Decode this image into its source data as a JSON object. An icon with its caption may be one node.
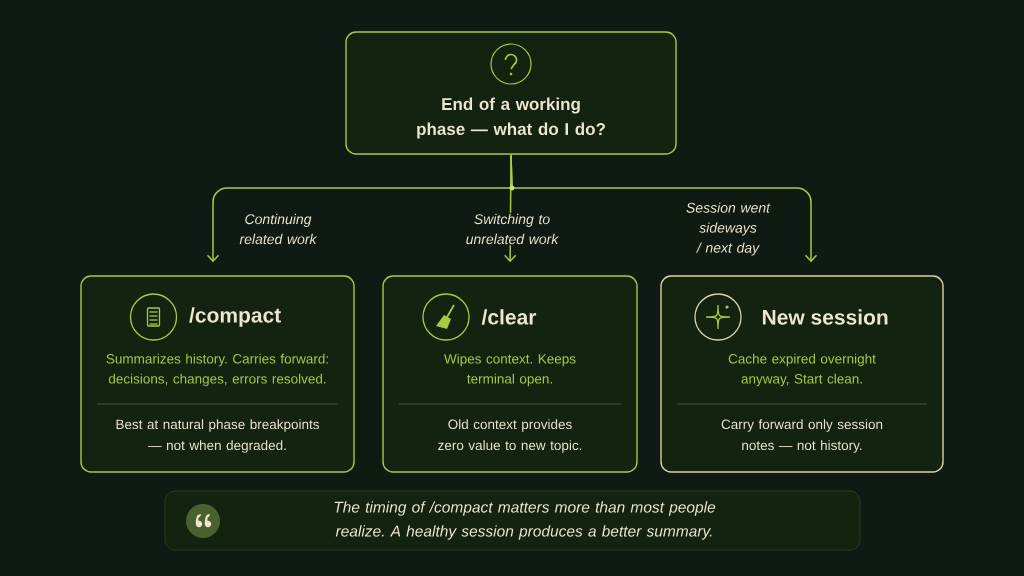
{
  "diagram": {
    "nodes": [
      {
        "text": [
          "End of a working phase — what do I do?"
        ]
      },
      {
        "text": [
          "/compact",
          "Summarizes history. Carries forward: decisions, changes, errors resolved.",
          "Best at natural phase breakpoints — not when degraded."
        ]
      },
      {
        "text": [
          "/clear",
          "Wipes context. Keeps terminal open.",
          "Old context provides zero value to new topic."
        ]
      },
      {
        "text": [
          "New session",
          "Cache expired overnight anyway, Start clean.",
          "Carry forward only session notes — not history."
        ]
      },
      {
        "text": [
          "The timing of /compact matters more than most people realize. A healthy session produces a better summary."
        ]
      }
    ],
    "edges": [
      {
        "from": 0,
        "to": 1,
        "arrow": "to",
        "label": "Continuing related work"
      },
      {
        "from": 0,
        "to": 2,
        "arrow": "to",
        "label": "Switching to unrelated work"
      },
      {
        "from": 0,
        "to": 3,
        "arrow": "to",
        "label": "Session went sideways / next day"
      }
    ]
  }
}
